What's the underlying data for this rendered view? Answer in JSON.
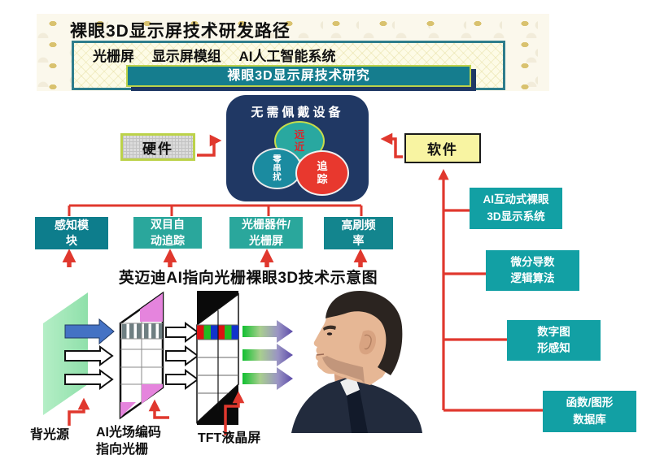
{
  "header": {
    "title": "裸眼3D显示屏技术研发路径",
    "subtitle": "光栅屏　 显示屏模组 　AI人工智能系统",
    "banner": "裸眼3D显示屏技术研究"
  },
  "center_node": {
    "title": "无需佩戴设备",
    "circles": [
      {
        "name": "far-near",
        "lines": [
          "远",
          "近"
        ],
        "fill": "#29a8a0",
        "text_color": "#d9262c"
      },
      {
        "name": "zero-crosstalk",
        "lines": [
          "零",
          "串",
          "扰"
        ],
        "fill": "#1b8ba0",
        "text_color": "#ffffff"
      },
      {
        "name": "tracking",
        "lines": [
          "追",
          "踪"
        ],
        "fill": "#e8382e",
        "text_color": "#ffffff"
      }
    ],
    "hardware_label": "硬件",
    "software_label": "软件"
  },
  "left_branch": {
    "boxes": [
      {
        "lines": [
          "感知模",
          "块"
        ]
      },
      {
        "lines": [
          "双目自",
          "动追踪"
        ]
      },
      {
        "lines": [
          "光栅器件/",
          "光栅屏"
        ]
      },
      {
        "lines": [
          "高刷频",
          "率"
        ]
      }
    ],
    "caption": "英迈迪AI指向光栅裸眼3D技术示意图"
  },
  "right_branch": {
    "boxes": [
      {
        "lines": [
          "AI互动式裸眼",
          "3D显示系统"
        ]
      },
      {
        "lines": [
          "微分导数",
          "逻辑算法"
        ]
      },
      {
        "lines": [
          "数字图",
          "形感知"
        ]
      },
      {
        "lines": [
          "函数/图形",
          "数据库"
        ]
      }
    ]
  },
  "schematic": {
    "backlight_label": "背光源",
    "grating_label_line1": "AI光场编码",
    "grating_label_line2": "指向光栅",
    "tft_label": "TFT液晶屏"
  },
  "colors": {
    "banner_teal": "#157d8e",
    "teal_dark_box": "#0d7d8c",
    "teal_light_box": "#2aa79c",
    "teal_right_box": "#12a0a4",
    "navy": "#203864",
    "arrow_red": "#e0382e",
    "software_yellow": "#f8f4a2",
    "hardware_gray": "#dcdcdc",
    "lime_border": "#bcd24a",
    "backlight_mint": "#a3e8ba",
    "grating_magenta": "#e584dd",
    "blue_arrow": "#4472c4"
  }
}
